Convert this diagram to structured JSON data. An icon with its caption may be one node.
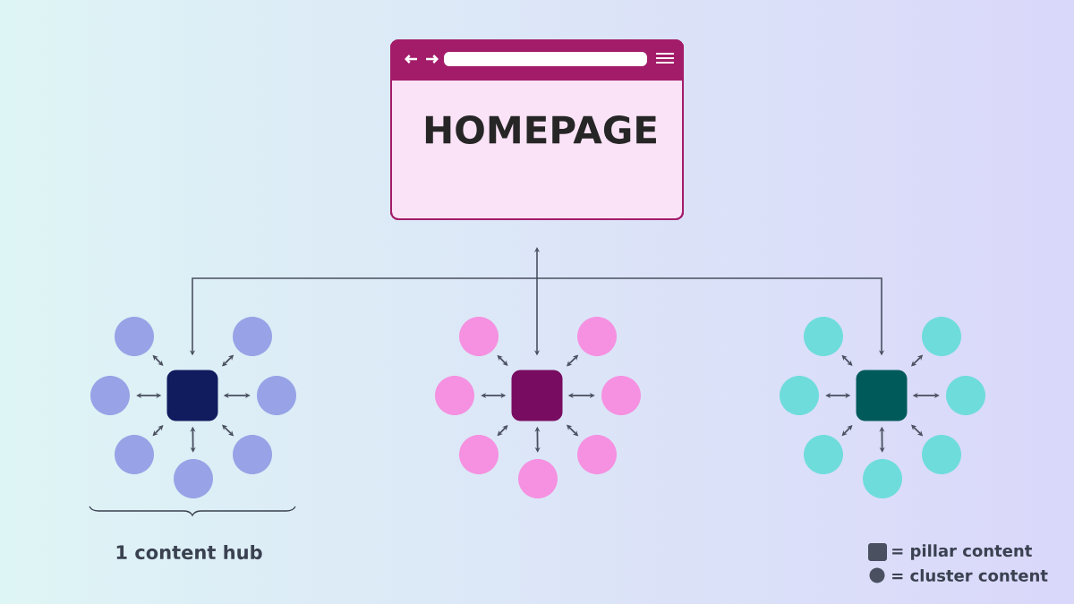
{
  "diagram": {
    "nodes": [
      {
        "text": [
          "HOMEPAGE"
        ]
      },
      {
        "text": [],
        "shape": "box"
      },
      {
        "text": [],
        "shape": "circle"
      },
      {
        "text": [],
        "shape": "circle"
      },
      {
        "text": [],
        "shape": "circle"
      },
      {
        "text": [],
        "shape": "circle"
      },
      {
        "text": [],
        "shape": "circle"
      },
      {
        "text": [],
        "shape": "circle"
      },
      {
        "text": [],
        "shape": "circle"
      },
      {
        "text": [],
        "shape": "box"
      },
      {
        "text": [],
        "shape": "circle"
      },
      {
        "text": [],
        "shape": "circle"
      },
      {
        "text": [],
        "shape": "circle"
      },
      {
        "text": [],
        "shape": "circle"
      },
      {
        "text": [],
        "shape": "circle"
      },
      {
        "text": [],
        "shape": "circle"
      },
      {
        "text": [],
        "shape": "circle"
      },
      {
        "text": [],
        "shape": "box"
      },
      {
        "text": [],
        "shape": "circle"
      },
      {
        "text": [],
        "shape": "circle"
      },
      {
        "text": [],
        "shape": "circle"
      },
      {
        "text": [],
        "shape": "circle"
      },
      {
        "text": [],
        "shape": "circle"
      },
      {
        "text": [],
        "shape": "circle"
      },
      {
        "text": [],
        "shape": "circle"
      }
    ],
    "edges": [
      {
        "from": 0,
        "to": 1,
        "arrow": "to"
      },
      {
        "from": 0,
        "to": 9,
        "arrow": "both"
      },
      {
        "from": 0,
        "to": 17,
        "arrow": "to"
      },
      {
        "from": 1,
        "to": 2,
        "arrow": "both"
      },
      {
        "from": 1,
        "to": 3,
        "arrow": "both"
      },
      {
        "from": 1,
        "to": 4,
        "arrow": "both"
      },
      {
        "from": 1,
        "to": 5,
        "arrow": "both"
      },
      {
        "from": 1,
        "to": 6,
        "arrow": "both"
      },
      {
        "from": 1,
        "to": 7,
        "arrow": "both"
      },
      {
        "from": 1,
        "to": 8,
        "arrow": "both"
      },
      {
        "from": 9,
        "to": 10,
        "arrow": "both"
      },
      {
        "from": 9,
        "to": 11,
        "arrow": "both"
      },
      {
        "from": 9,
        "to": 12,
        "arrow": "both"
      },
      {
        "from": 9,
        "to": 13,
        "arrow": "both"
      },
      {
        "from": 9,
        "to": 14,
        "arrow": "both"
      },
      {
        "from": 9,
        "to": 15,
        "arrow": "both"
      },
      {
        "from": 9,
        "to": 16,
        "arrow": "both"
      },
      {
        "from": 17,
        "to": 18,
        "arrow": "both"
      },
      {
        "from": 17,
        "to": 19,
        "arrow": "both"
      },
      {
        "from": 17,
        "to": 20,
        "arrow": "both"
      },
      {
        "from": 17,
        "to": 21,
        "arrow": "both"
      },
      {
        "from": 17,
        "to": 22,
        "arrow": "both"
      },
      {
        "from": 17,
        "to": 23,
        "arrow": "both"
      },
      {
        "from": 17,
        "to": 24,
        "arrow": "both"
      }
    ],
    "labels": [
      "1 content hub"
    ],
    "legend": [
      {
        "text": "= pillar content"
      },
      {
        "text": "= cluster content"
      }
    ]
  }
}
